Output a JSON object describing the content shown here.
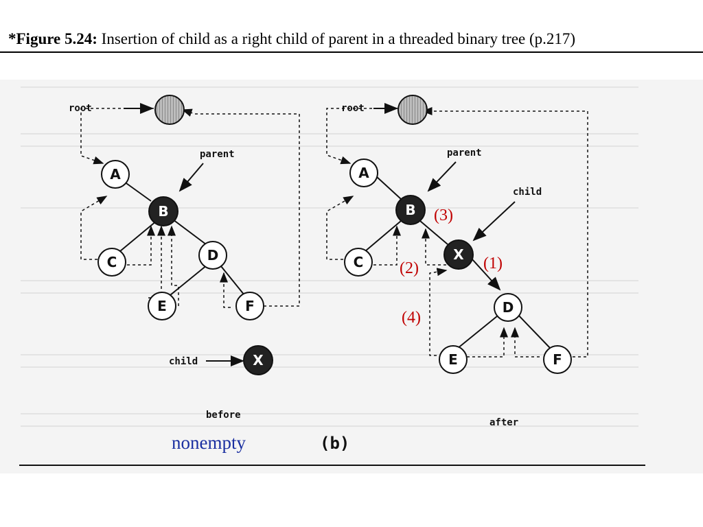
{
  "title": {
    "prefix": "*Figure 5.24:",
    "text": " Insertion of child as a right child of parent in a threaded binary tree (p.217)"
  },
  "before": {
    "root_label": "root",
    "parent_label": "parent",
    "child_label": "child",
    "caption": "before",
    "nodes": {
      "A": "A",
      "B": "B",
      "C": "C",
      "D": "D",
      "E": "E",
      "F": "F",
      "X": "X"
    }
  },
  "after": {
    "root_label": "root",
    "parent_label": "parent",
    "child_label": "child",
    "caption": "after",
    "nodes": {
      "A": "A",
      "B": "B",
      "C": "C",
      "X": "X",
      "D": "D",
      "E": "E",
      "F": "F"
    }
  },
  "annotations": {
    "step1": "(1)",
    "step2": "(2)",
    "step3": "(3)",
    "step4": "(4)"
  },
  "panel_label": "(b)",
  "note": "nonempty",
  "colors": {
    "red": "#c00000",
    "blue": "#1a2fa0",
    "dark_node": "#222222",
    "head_node": "#999999"
  }
}
